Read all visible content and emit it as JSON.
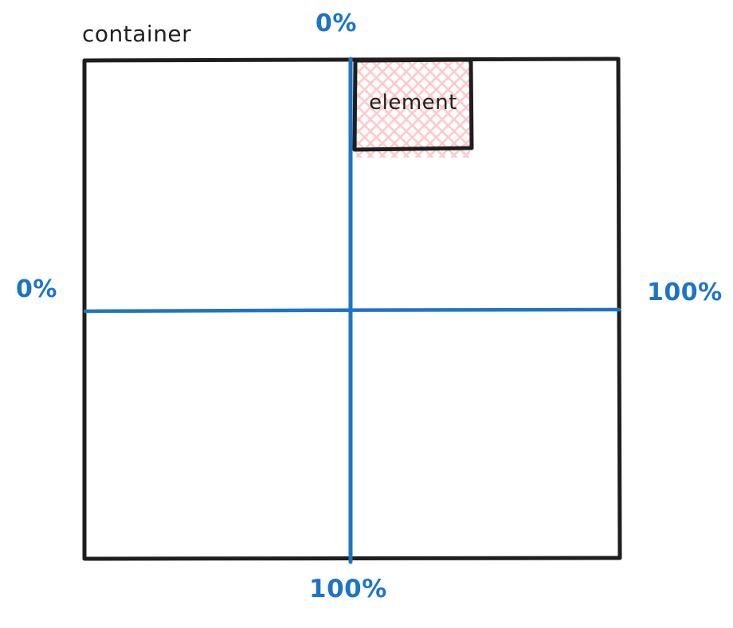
{
  "diagram": {
    "container_label": "container",
    "element_label": "element",
    "vertical_axis": {
      "top_label": "0%",
      "bottom_label": "100%"
    },
    "horizontal_axis": {
      "left_label": "0%",
      "right_label": "100%"
    },
    "colors": {
      "ink": "#1e1e1e",
      "axis_blue": "#1c74c9",
      "hatch_pink": "#ffc9c9",
      "background": "#ffffff"
    }
  }
}
